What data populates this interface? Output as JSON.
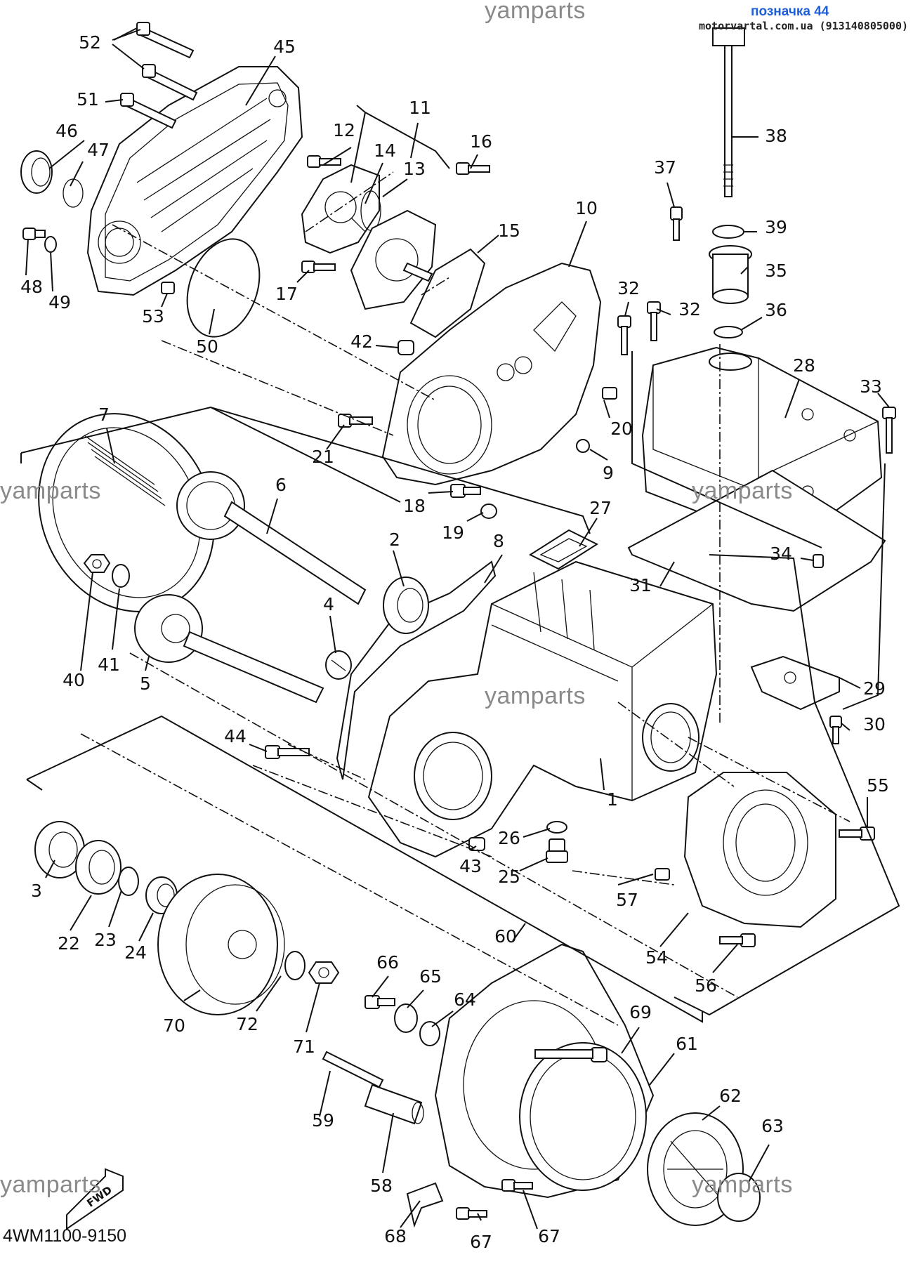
{
  "header": {
    "watermark_top": "yamparts",
    "label_link": "позначка 44",
    "site": "motorvartal.com.ua (913140805000)"
  },
  "watermarks": [
    "yamparts",
    "yamparts",
    "yamparts",
    "yamparts",
    "yamparts"
  ],
  "diagram_code": "4WM1100-9150",
  "fwd_label": "FWD",
  "callouts": [
    {
      "id": "1",
      "label": "1"
    },
    {
      "id": "2",
      "label": "2"
    },
    {
      "id": "3",
      "label": "3"
    },
    {
      "id": "4",
      "label": "4"
    },
    {
      "id": "5",
      "label": "5"
    },
    {
      "id": "6",
      "label": "6"
    },
    {
      "id": "7",
      "label": "7"
    },
    {
      "id": "8",
      "label": "8"
    },
    {
      "id": "9",
      "label": "9"
    },
    {
      "id": "10",
      "label": "10"
    },
    {
      "id": "11",
      "label": "11"
    },
    {
      "id": "12",
      "label": "12"
    },
    {
      "id": "13",
      "label": "13"
    },
    {
      "id": "14",
      "label": "14"
    },
    {
      "id": "15",
      "label": "15"
    },
    {
      "id": "16",
      "label": "16"
    },
    {
      "id": "17",
      "label": "17"
    },
    {
      "id": "18",
      "label": "18"
    },
    {
      "id": "19",
      "label": "19"
    },
    {
      "id": "20",
      "label": "20"
    },
    {
      "id": "21",
      "label": "21"
    },
    {
      "id": "22",
      "label": "22"
    },
    {
      "id": "23",
      "label": "23"
    },
    {
      "id": "24",
      "label": "24"
    },
    {
      "id": "25",
      "label": "25"
    },
    {
      "id": "26",
      "label": "26"
    },
    {
      "id": "27",
      "label": "27"
    },
    {
      "id": "28",
      "label": "28"
    },
    {
      "id": "29",
      "label": "29"
    },
    {
      "id": "30",
      "label": "30"
    },
    {
      "id": "31",
      "label": "31"
    },
    {
      "id": "32a",
      "label": "32"
    },
    {
      "id": "32b",
      "label": "32"
    },
    {
      "id": "33",
      "label": "33"
    },
    {
      "id": "34",
      "label": "34"
    },
    {
      "id": "35",
      "label": "35"
    },
    {
      "id": "36",
      "label": "36"
    },
    {
      "id": "37",
      "label": "37"
    },
    {
      "id": "38",
      "label": "38"
    },
    {
      "id": "39",
      "label": "39"
    },
    {
      "id": "40",
      "label": "40"
    },
    {
      "id": "41",
      "label": "41"
    },
    {
      "id": "42",
      "label": "42"
    },
    {
      "id": "43",
      "label": "43"
    },
    {
      "id": "44",
      "label": "44"
    },
    {
      "id": "45",
      "label": "45"
    },
    {
      "id": "46",
      "label": "46"
    },
    {
      "id": "47",
      "label": "47"
    },
    {
      "id": "48",
      "label": "48"
    },
    {
      "id": "49",
      "label": "49"
    },
    {
      "id": "50",
      "label": "50"
    },
    {
      "id": "51",
      "label": "51"
    },
    {
      "id": "52",
      "label": "52"
    },
    {
      "id": "53",
      "label": "53"
    },
    {
      "id": "54",
      "label": "54"
    },
    {
      "id": "55",
      "label": "55"
    },
    {
      "id": "56",
      "label": "56"
    },
    {
      "id": "57",
      "label": "57"
    },
    {
      "id": "58",
      "label": "58"
    },
    {
      "id": "59",
      "label": "59"
    },
    {
      "id": "60",
      "label": "60"
    },
    {
      "id": "61",
      "label": "61"
    },
    {
      "id": "62",
      "label": "62"
    },
    {
      "id": "63",
      "label": "63"
    },
    {
      "id": "64",
      "label": "64"
    },
    {
      "id": "65",
      "label": "65"
    },
    {
      "id": "66",
      "label": "66"
    },
    {
      "id": "67a",
      "label": "67"
    },
    {
      "id": "67b",
      "label": "67"
    },
    {
      "id": "68",
      "label": "68"
    },
    {
      "id": "69",
      "label": "69"
    },
    {
      "id": "70",
      "label": "70"
    },
    {
      "id": "71",
      "label": "71"
    },
    {
      "id": "72",
      "label": "72"
    }
  ]
}
